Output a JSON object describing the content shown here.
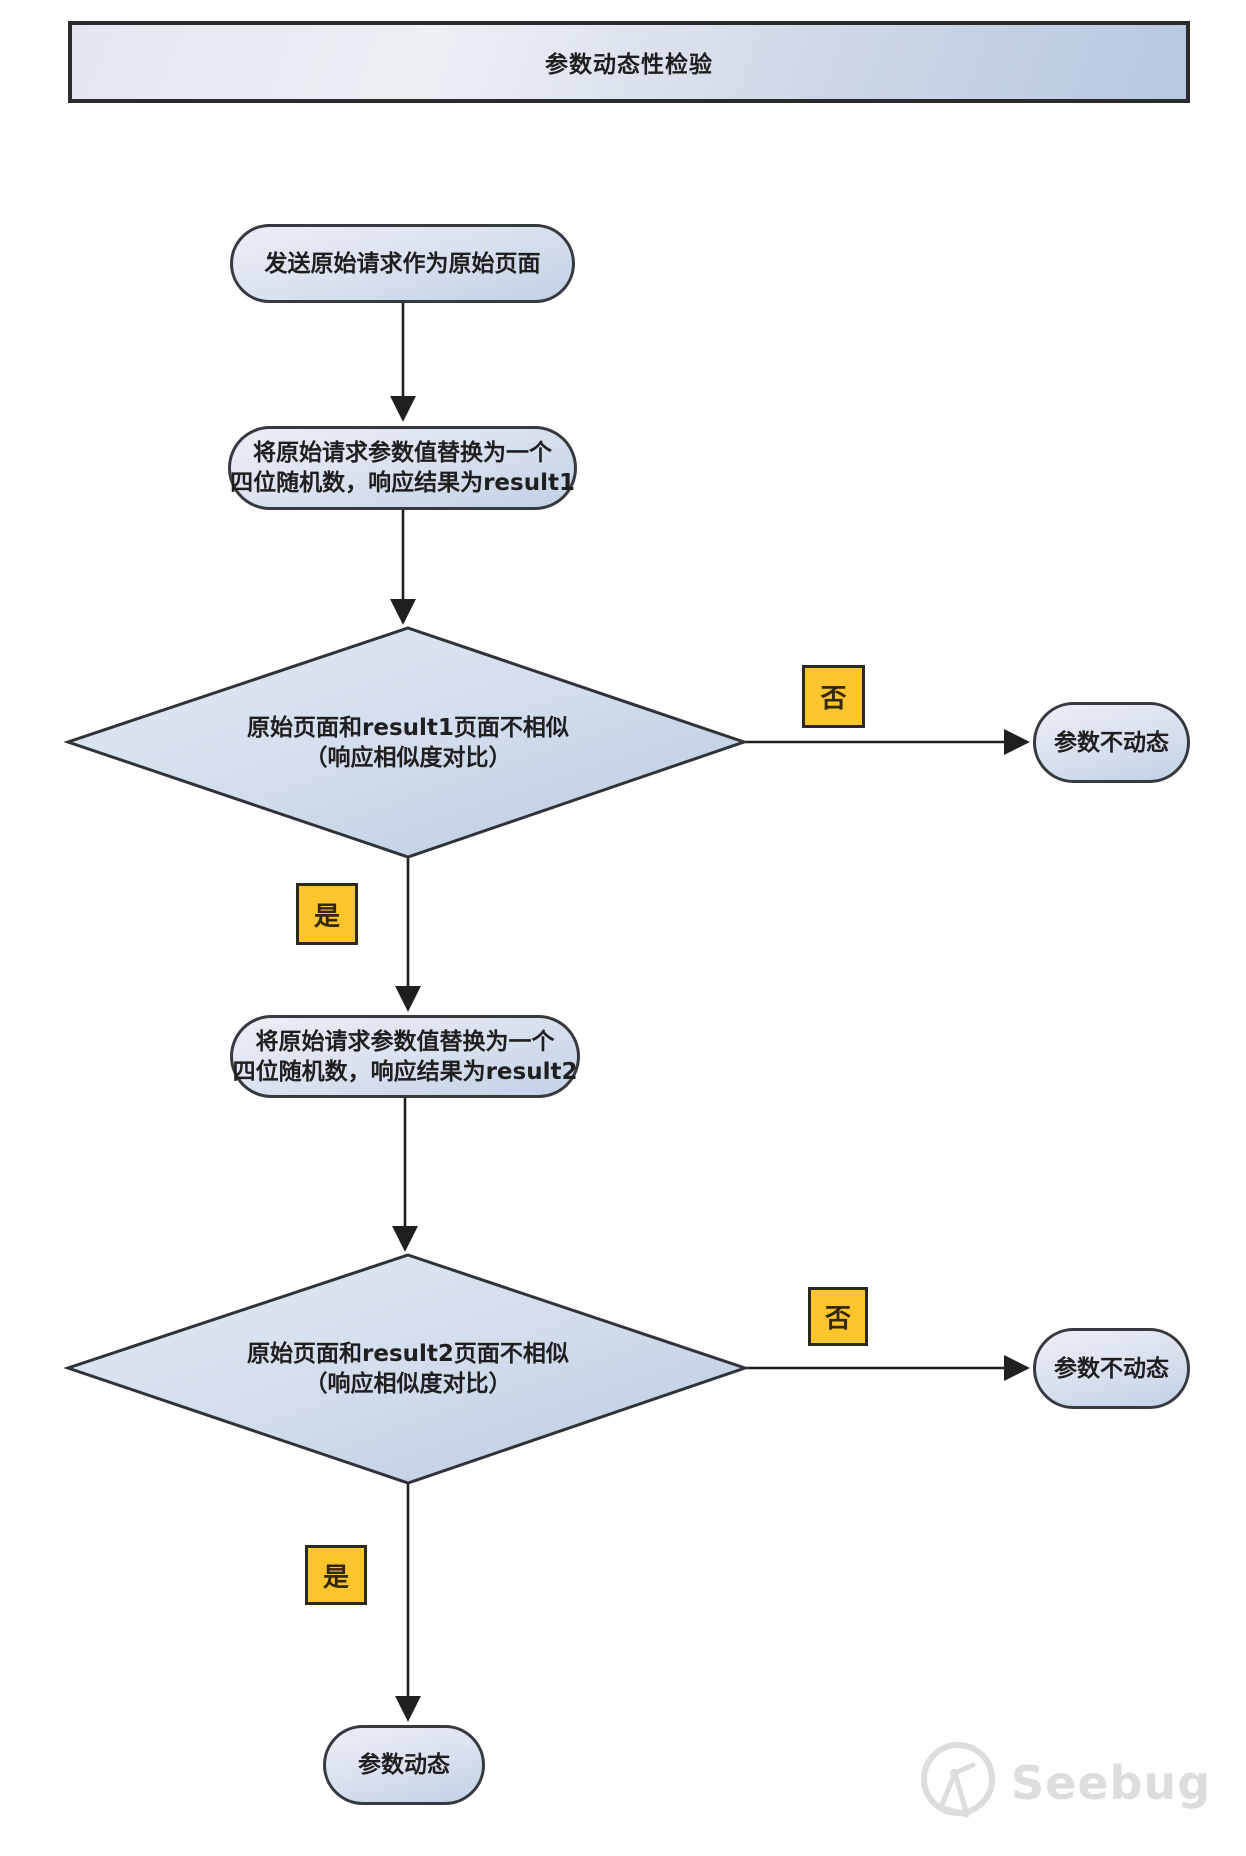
{
  "title": "参数动态性检验",
  "nodes": {
    "start": {
      "label": "发送原始请求作为原始页面"
    },
    "replace1": {
      "line1": "将原始请求参数值替换为一个",
      "line2": "四位随机数，响应结果为result1"
    },
    "decision1": {
      "line1": "原始页面和result1页面不相似",
      "line2": "（响应相似度对比）"
    },
    "not_dynamic1": {
      "label": "参数不动态"
    },
    "replace2": {
      "line1": "将原始请求参数值替换为一个",
      "line2": "四位随机数，响应结果为result2"
    },
    "decision2": {
      "line1": "原始页面和result2页面不相似",
      "line2": "（响应相似度对比）"
    },
    "not_dynamic2": {
      "label": "参数不动态"
    },
    "dynamic": {
      "label": "参数动态"
    }
  },
  "edge_labels": {
    "no1": "否",
    "yes1": "是",
    "no2": "否",
    "yes2": "是"
  },
  "watermark": {
    "text": "Seebug"
  },
  "colors": {
    "node_fill_light": "#ebeef5",
    "node_fill_dark": "#c2d0e7",
    "node_border": "#36393e",
    "title_fill_left": "#e2e7ef",
    "title_fill_right": "#b7c8e1",
    "label_yellow": "#fcc42d",
    "arrow": "#1f1f1f",
    "watermark_gray": "#dcddde"
  }
}
